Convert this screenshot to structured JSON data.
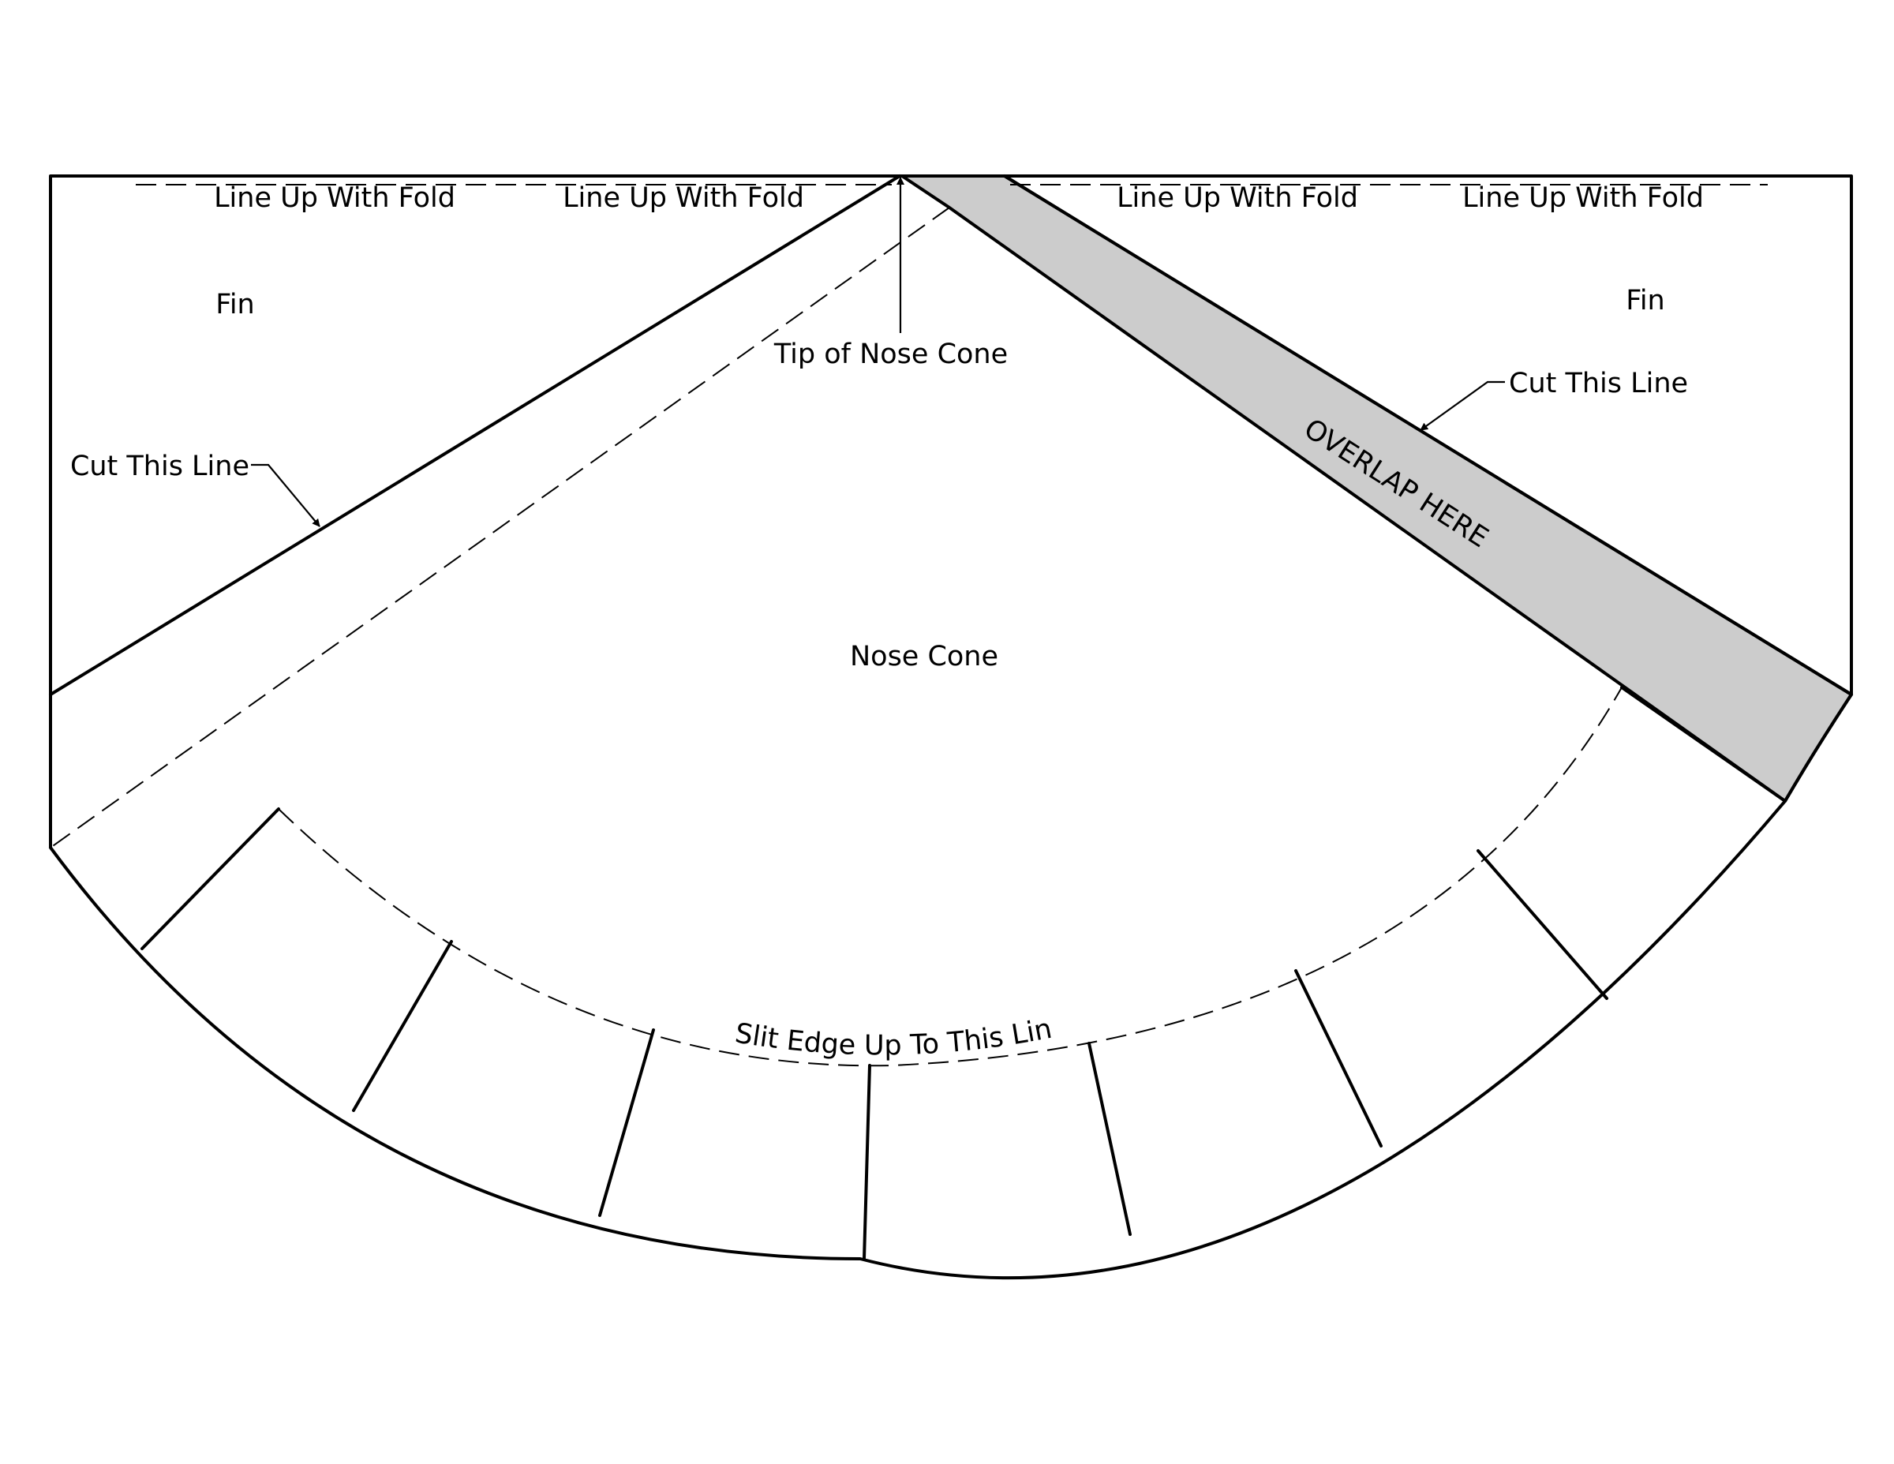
{
  "labels": {
    "fold_1": "Line Up With Fold",
    "fold_2": "Line Up With Fold",
    "fold_3": "Line Up With Fold",
    "fold_4": "Line Up With Fold",
    "fin_left": "Fin",
    "fin_right": "Fin",
    "cut_left": "Cut This Line",
    "cut_right": "Cut This Line",
    "tip": "Tip of Nose Cone",
    "overlap": "OVERLAP HERE",
    "nose_cone": "Nose Cone",
    "slit": "Slit Edge Up To This Line"
  },
  "colors": {
    "line": "#000000",
    "overlap_fill": "#cccccc",
    "background": "#ffffff"
  }
}
